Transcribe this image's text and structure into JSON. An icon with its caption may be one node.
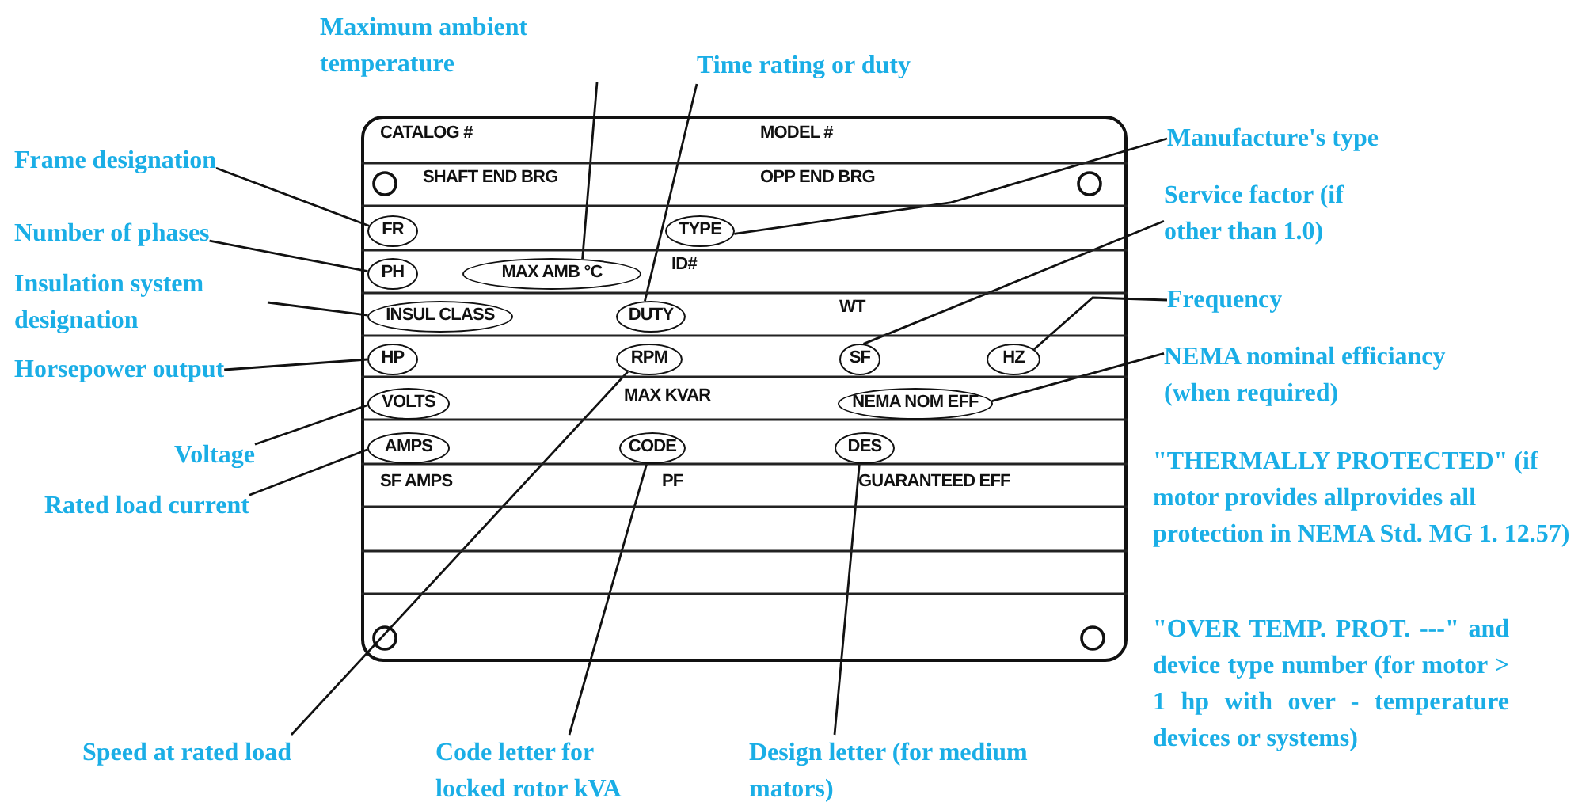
{
  "diagram": {
    "nodes": [
      {
        "text": [
          "Maximum ambient temperature"
        ]
      },
      {
        "text": [
          "Time rating or duty"
        ]
      },
      {
        "text": [
          "Frame designation"
        ]
      },
      {
        "text": [
          "Manufacture's type"
        ]
      },
      {
        "text": [
          "Number of phases"
        ]
      },
      {
        "text": [
          "Service factor (if other than 1.0)"
        ]
      },
      {
        "text": [
          "Insulation system designation"
        ]
      },
      {
        "text": [
          "Frequency"
        ]
      },
      {
        "text": [
          "Horsepower output"
        ]
      },
      {
        "text": [
          "NEMA nominal efficiancy (when required)"
        ]
      },
      {
        "text": [
          "Voltage"
        ]
      },
      {
        "text": [
          "Rated load current"
        ]
      },
      {
        "text": [
          "Speed at rated load"
        ]
      },
      {
        "text": [
          "Code letter for locked rotor kVA"
        ]
      },
      {
        "text": [
          "Design letter (for medium mators)"
        ]
      },
      {
        "text": [
          "CATALOG #",
          "MODEL #",
          "SHAFT END BRG",
          "OPP END BRG",
          "ID#",
          "WT",
          "MAX KVAR",
          "SF AMPS",
          "PF",
          "GUARANTEED EFF"
        ]
      },
      {
        "text": [
          "FR"
        ],
        "in": 15
      },
      {
        "text": [
          "TYPE"
        ],
        "in": 15
      },
      {
        "text": [
          "PH"
        ],
        "in": 15
      },
      {
        "text": [
          "MAX AMB °C"
        ],
        "in": 15
      },
      {
        "text": [
          "INSUL CLASS"
        ],
        "in": 15
      },
      {
        "text": [
          "DUTY"
        ],
        "in": 15
      },
      {
        "text": [
          "HP"
        ],
        "in": 15
      },
      {
        "text": [
          "RPM"
        ],
        "in": 15
      },
      {
        "text": [
          "SF"
        ],
        "in": 15
      },
      {
        "text": [
          "HZ"
        ],
        "in": 15
      },
      {
        "text": [
          "VOLTS"
        ],
        "in": 15
      },
      {
        "text": [
          "NEMA NOM EFF"
        ],
        "in": 15
      },
      {
        "text": [
          "AMPS"
        ],
        "in": 15
      },
      {
        "text": [
          "CODE"
        ],
        "in": 15
      },
      {
        "text": [
          "DES"
        ],
        "in": 15
      }
    ],
    "edges": [
      {
        "from": 0,
        "to": 19,
        "arrow": "none"
      },
      {
        "from": 1,
        "to": 21,
        "arrow": "none"
      },
      {
        "from": 2,
        "to": 16,
        "arrow": "none"
      },
      {
        "from": 3,
        "to": 17,
        "arrow": "none"
      },
      {
        "from": 4,
        "to": 18,
        "arrow": "none"
      },
      {
        "from": 5,
        "to": 24,
        "arrow": "none"
      },
      {
        "from": 6,
        "to": 20,
        "arrow": "none"
      },
      {
        "from": 7,
        "to": 25,
        "arrow": "none"
      },
      {
        "from": 8,
        "to": 22,
        "arrow": "none"
      },
      {
        "from": 9,
        "to": 27,
        "arrow": "none"
      },
      {
        "from": 10,
        "to": 26,
        "arrow": "none"
      },
      {
        "from": 11,
        "to": 28,
        "arrow": "none"
      },
      {
        "from": 12,
        "to": 23,
        "arrow": "none"
      },
      {
        "from": 13,
        "to": 29,
        "arrow": "none"
      },
      {
        "from": 14,
        "to": 30,
        "arrow": "none"
      }
    ],
    "labels": [
      "\"THERMALLY PROTECTED\" (if motor provides allprovides all protection in NEMA Std. MG 1. 12.57)",
      "\"OVER TEMP. PROT. ---\" and device type number (for motor > 1 hp with over - temperature devices or systems)"
    ]
  }
}
